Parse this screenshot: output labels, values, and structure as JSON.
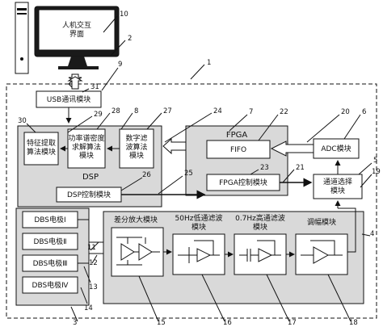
{
  "nodes": {
    "monitor_screen": "人机交互\n界面",
    "usb": "USB通讯模块",
    "dsp": "DSP",
    "feature": "特征提取\n算法模块",
    "psd": "功率谱密度\n求解算法\n模块",
    "filter_alg": "数字滤\n波算法\n模块",
    "dsp_ctrl": "DSP控制模块",
    "fpga": "FPGA",
    "fifo": "FIFO",
    "fpga_ctrl": "FPGA控制模块",
    "adc": "ADC模块",
    "channel_sel": "通道选择\n模块",
    "electrode_1": "DBS电极Ⅰ",
    "electrode_2": "DBS电极Ⅱ",
    "electrode_3": "DBS电极Ⅲ",
    "electrode_4": "DBS电极Ⅳ",
    "diff_amp": "差分放大模块",
    "lowpass": "50Hz低通滤波\n模块",
    "highpass": "0.7Hz高通滤波\n模块",
    "gain": "调幅模块"
  },
  "refs": [
    "10",
    "2",
    "1",
    "9",
    "31",
    "30",
    "29",
    "28",
    "8",
    "27",
    "24",
    "7",
    "22",
    "20",
    "6",
    "23",
    "21",
    "5",
    "19",
    "26",
    "25",
    "4",
    "11",
    "12",
    "13",
    "14",
    "3",
    "15",
    "16",
    "17",
    "18"
  ]
}
